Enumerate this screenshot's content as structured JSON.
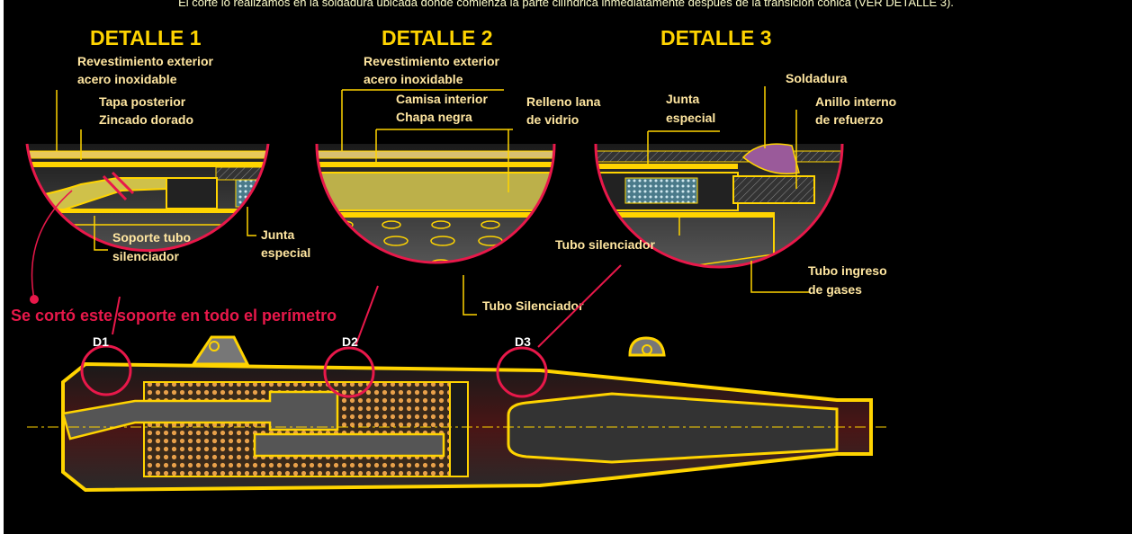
{
  "caption": "El corte lo realizamos en la soldadura ubicada donde comienza la parte cilíndrica inmediatamente después de la transición cónica (VER DETALLE 3).",
  "details": {
    "d1": {
      "title": "DETALLE 1",
      "labels": [
        "Revestimiento exterior",
        "acero inoxidable",
        "Tapa posterior",
        "Zincado dorado",
        "Soporte tubo",
        "silenciador",
        "Junta",
        "especial"
      ]
    },
    "d2": {
      "title": "DETALLE 2",
      "labels": [
        "Revestimiento exterior",
        "acero inoxidable",
        "Camisa interior",
        "Chapa negra",
        "Relleno lana",
        "de vidrio",
        "Tubo Silenciador"
      ]
    },
    "d3": {
      "title": "DETALLE 3",
      "labels": [
        "Soldadura",
        "Junta",
        "especial",
        "Anillo interno",
        "de refuerzo",
        "Tubo silenciador",
        "Tubo ingreso",
        "de gases"
      ]
    }
  },
  "cut_note": "Se cortó este soporte en todo el perímetro",
  "markers": [
    "D1",
    "D2",
    "D3"
  ],
  "colors": {
    "outline": "#ffd400",
    "callout": "#e8184a",
    "background": "#000000"
  }
}
